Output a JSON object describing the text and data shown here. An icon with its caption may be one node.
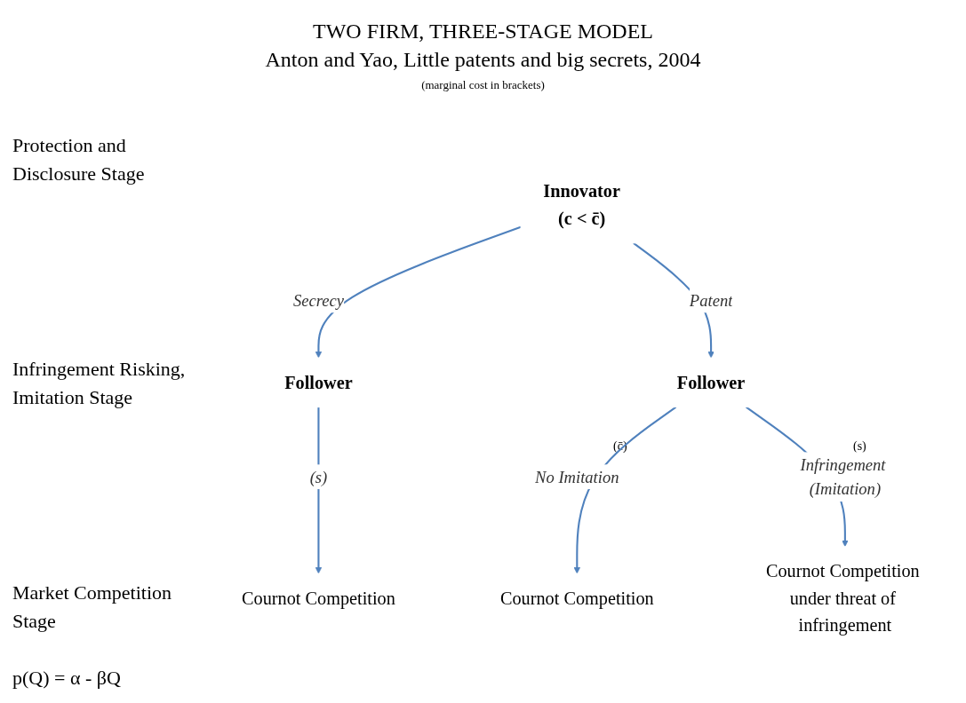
{
  "diagram": {
    "title": "TWO FIRM, THREE-STAGE MODEL",
    "nodes": [
      {
        "text": [
          "Innovator",
          "(c < c̄)"
        ]
      },
      {
        "text": [
          "Follower"
        ]
      },
      {
        "text": [
          "Follower"
        ]
      },
      {
        "text": [
          "Cournot Competition"
        ]
      },
      {
        "text": [
          "Cournot Competition"
        ]
      },
      {
        "text": [
          "Cournot Competition under threat of infringement"
        ]
      }
    ],
    "edges": [
      {
        "from": 0,
        "to": 1,
        "arrow": "to",
        "label": "Secrecy"
      },
      {
        "from": 0,
        "to": 2,
        "arrow": "to",
        "label": "Patent"
      },
      {
        "from": 1,
        "to": 3,
        "arrow": "to",
        "label": "(s)"
      },
      {
        "from": 2,
        "to": 4,
        "arrow": "to",
        "label": "No Imitation"
      },
      {
        "from": 2,
        "to": 5,
        "arrow": "to",
        "label": "Infringement (Imitation)"
      }
    ],
    "labels": [
      "Anton and Yao, Little patents and big secrets, 2004",
      "(marginal cost in brackets)",
      "Protection and Disclosure Stage",
      "Infringement Risking, Imitation Stage",
      "(c̄)",
      "(s)",
      "Market Competition Stage",
      "p(Q) = α - βQ"
    ]
  }
}
